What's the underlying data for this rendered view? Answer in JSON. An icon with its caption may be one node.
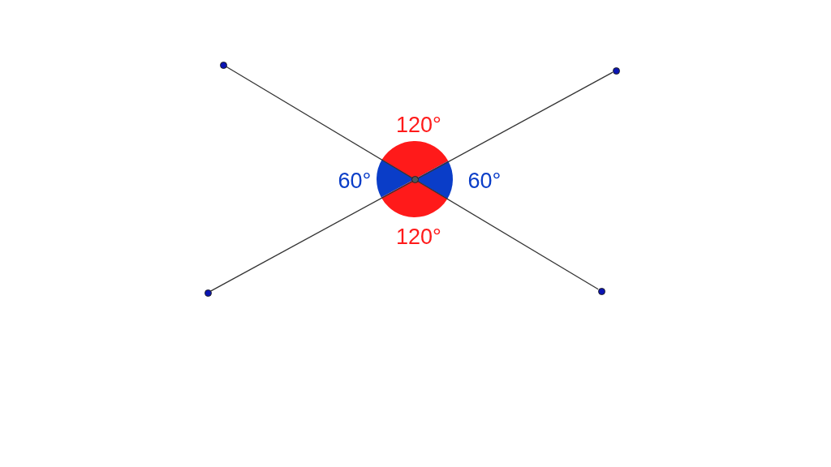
{
  "diagram": {
    "nodes": [
      {
        "text": [],
        "shape": "circle"
      },
      {
        "text": [],
        "shape": "circle"
      },
      {
        "text": [],
        "shape": "circle"
      },
      {
        "text": [],
        "shape": "circle"
      },
      {
        "text": [],
        "shape": "circle"
      }
    ],
    "edges": [
      {
        "from": 0,
        "to": 4,
        "arrow": "none"
      },
      {
        "from": 2,
        "to": 1,
        "arrow": "none"
      }
    ],
    "labels": [
      "120°",
      "60°",
      "60°",
      "120°"
    ]
  }
}
